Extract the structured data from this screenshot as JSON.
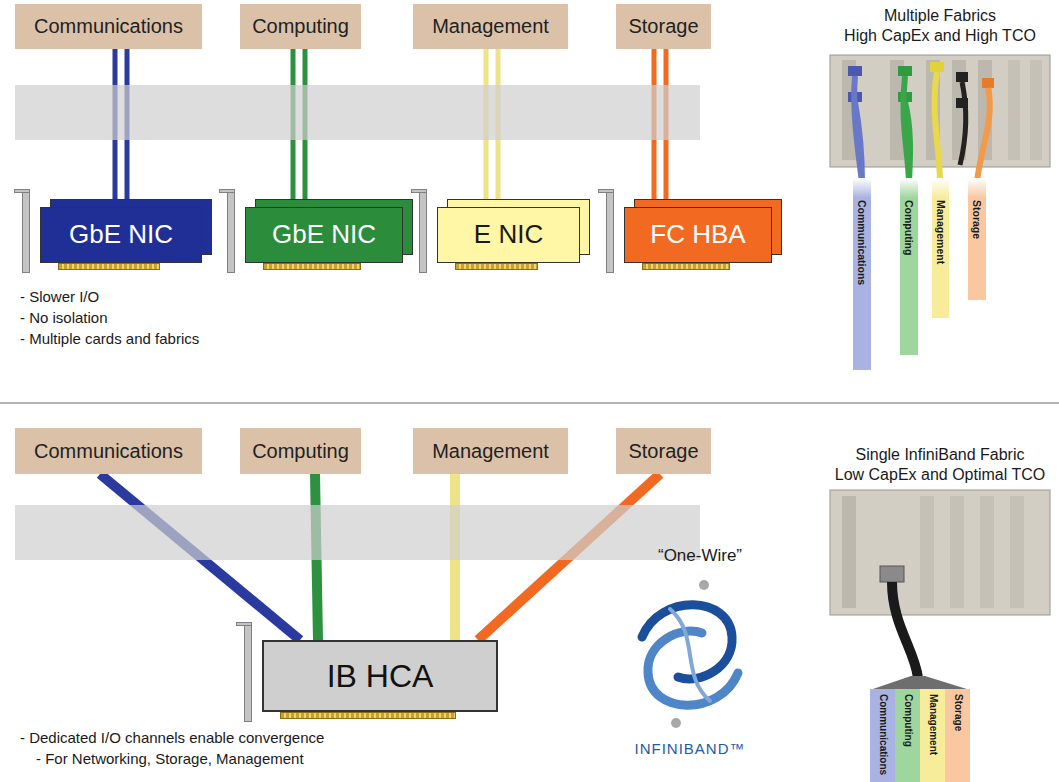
{
  "diagram": {
    "nodes": [
      {
        "text": [
          "Communications"
        ]
      },
      {
        "text": [
          "Computing"
        ]
      },
      {
        "text": [
          "Management"
        ]
      },
      {
        "text": [
          "Storage"
        ]
      },
      {
        "text": [
          "GbE NIC"
        ]
      },
      {
        "text": [
          "GbE NIC"
        ]
      },
      {
        "text": [
          "E NIC"
        ]
      },
      {
        "text": [
          "FC HBA"
        ]
      },
      {
        "text": [
          "Communications"
        ]
      },
      {
        "text": [
          "Computing"
        ]
      },
      {
        "text": [
          "Management"
        ]
      },
      {
        "text": [
          "Storage"
        ]
      },
      {
        "text": [
          "IB HCA"
        ]
      }
    ],
    "edges": [
      {
        "from": 0,
        "to": 4,
        "arrow": "none"
      },
      {
        "from": 1,
        "to": 5,
        "arrow": "none"
      },
      {
        "from": 2,
        "to": 6,
        "arrow": "none"
      },
      {
        "from": 3,
        "to": 7,
        "arrow": "none"
      },
      {
        "from": 8,
        "to": 12,
        "arrow": "none"
      },
      {
        "from": 9,
        "to": 12,
        "arrow": "none"
      },
      {
        "from": 10,
        "to": 12,
        "arrow": "none"
      },
      {
        "from": 11,
        "to": 12,
        "arrow": "none"
      }
    ],
    "labels": [
      "- Slower I/O",
      "- No isolation",
      "- Multiple cards and fabrics",
      "Multiple Fabrics",
      "High CapEx and High TCO",
      "Communications",
      "Computing",
      "Management",
      "Storage",
      "- Dedicated I/O channels enable convergence",
      "- For Networking, Storage, Management",
      "“One-Wire”",
      "INFINIBAND™",
      "Single InfiniBand Fabric",
      "Low CapEx and Optimal TCO",
      "Communications",
      "Computing",
      "Management",
      "Storage"
    ]
  }
}
